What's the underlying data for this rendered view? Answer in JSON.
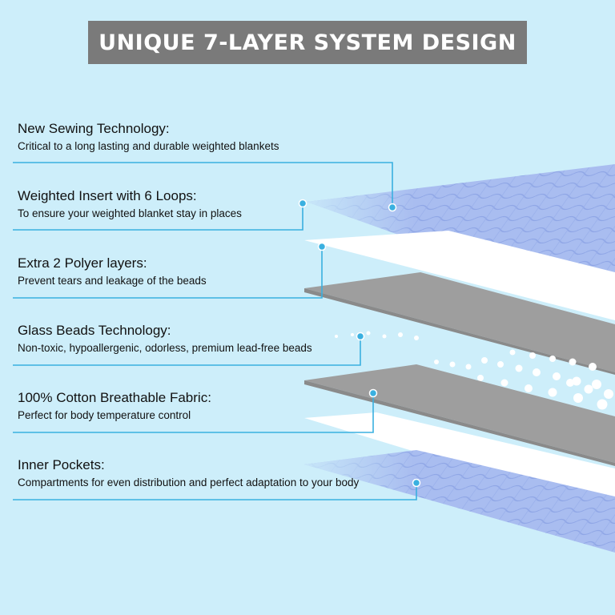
{
  "title": "UNIQUE 7-LAYER SYSTEM DESIGN",
  "colors": {
    "background": "#cdeefa",
    "banner": "#7a7a7a",
    "quilt": "#a9bdf0",
    "gray_layer": "#9b9b9b",
    "white_layer": "#ffffff",
    "callout_line": "#3ab0e0"
  },
  "layers": [
    {
      "title": "New Sewing Technology:",
      "description": "Critical to a long lasting and durable weighted blankets"
    },
    {
      "title": "Weighted Insert with 6 Loops:",
      "description": "To ensure your weighted blanket stay in places"
    },
    {
      "title": "Extra 2 Polyer layers:",
      "description": "Prevent tears and leakage of the beads"
    },
    {
      "title": "Glass Beads Technology:",
      "description": "Non-toxic, hypoallergenic, odorless, premium lead-free beads"
    },
    {
      "title": "100% Cotton Breathable Fabric:",
      "description": "Perfect for body temperature control"
    },
    {
      "title": "Inner Pockets:",
      "description": "Compartments for even distribution and perfect adaptation to your body"
    }
  ]
}
